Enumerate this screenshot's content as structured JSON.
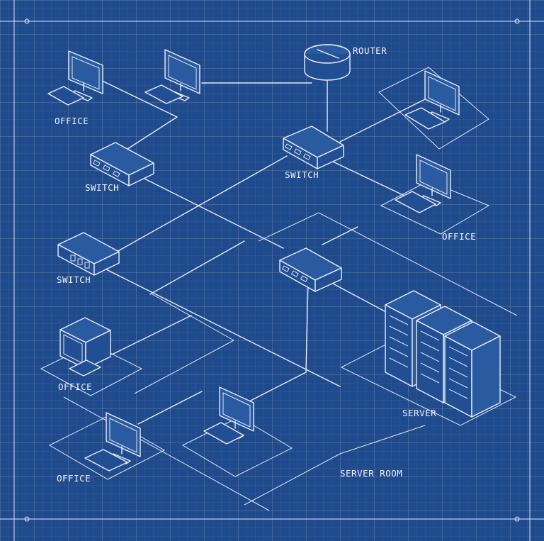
{
  "diagram": {
    "labels": {
      "router": "ROUTER",
      "switch_top": "SWITCH",
      "switch_left": "SWITCH",
      "switch_mid_left": "SWITCH",
      "office_top_left": "OFFICE",
      "office_right": "OFFICE",
      "office_left": "OFFICE",
      "office_bottom_left": "OFFICE",
      "server": "SERVER",
      "server_room": "SERVER ROOM"
    },
    "colors": {
      "background": "#1f4a8c",
      "line": "#e8eef8"
    },
    "icons": [
      "router-icon",
      "switch-icon",
      "computer-icon",
      "server-rack-icon"
    ]
  }
}
